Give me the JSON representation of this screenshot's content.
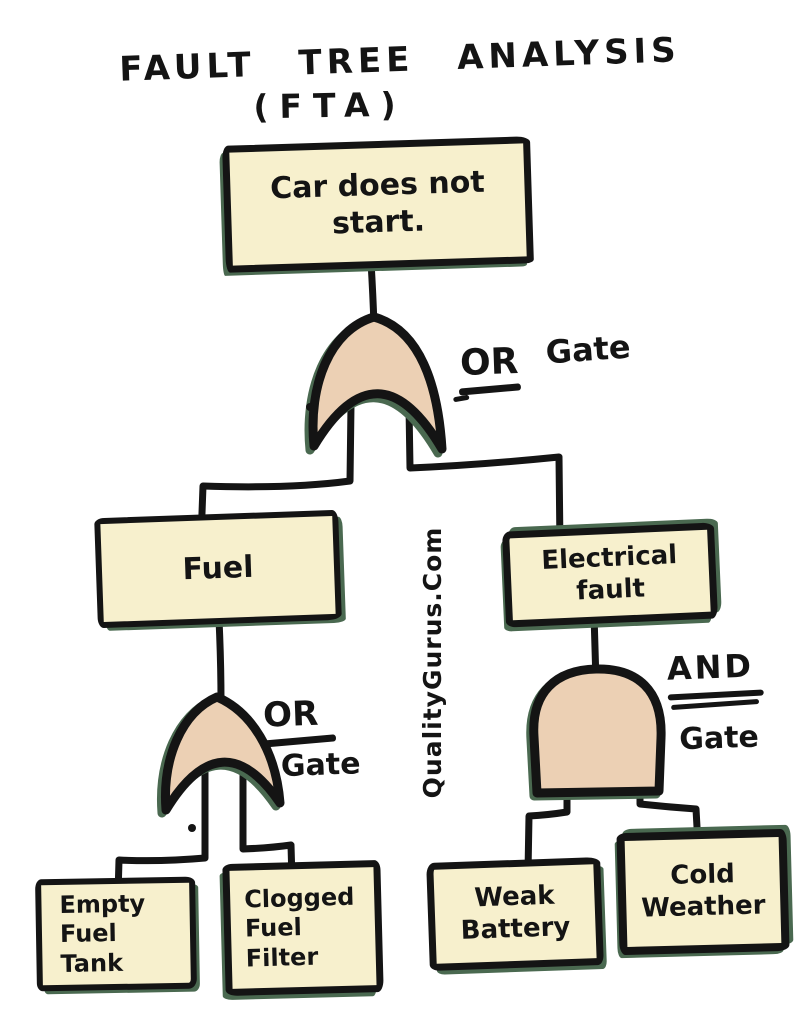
{
  "title": {
    "line1": "FAULT TREE ANALYSIS",
    "line2": "(FTA)"
  },
  "watermark": "QualityGurus.Com",
  "colors": {
    "background": "#ffffff",
    "ink": "#141414",
    "box_fill": "#f7f0cd",
    "gate_fill": "#ecd0b4",
    "shadow_green": "#4a6950"
  },
  "nodes": {
    "top_event": {
      "label": "Car does not\nstart."
    },
    "fuel": {
      "label": "Fuel"
    },
    "electrical_fault": {
      "label": "Electrical\nfault"
    },
    "empty_fuel_tank": {
      "label": "Empty\nFuel\nTank"
    },
    "clogged_fuel_filter": {
      "label": "Clogged\nFuel\nFilter"
    },
    "weak_battery": {
      "label": "Weak\nBattery"
    },
    "cold_weather": {
      "label": "Cold\nWeather"
    }
  },
  "gates": {
    "top_or": {
      "type": "OR",
      "word1": "OR",
      "word2": "Gate"
    },
    "fuel_or": {
      "type": "OR",
      "word1": "OR",
      "word2": "Gate"
    },
    "electrical_and": {
      "type": "AND",
      "word1": "AND",
      "word2": "Gate"
    }
  }
}
